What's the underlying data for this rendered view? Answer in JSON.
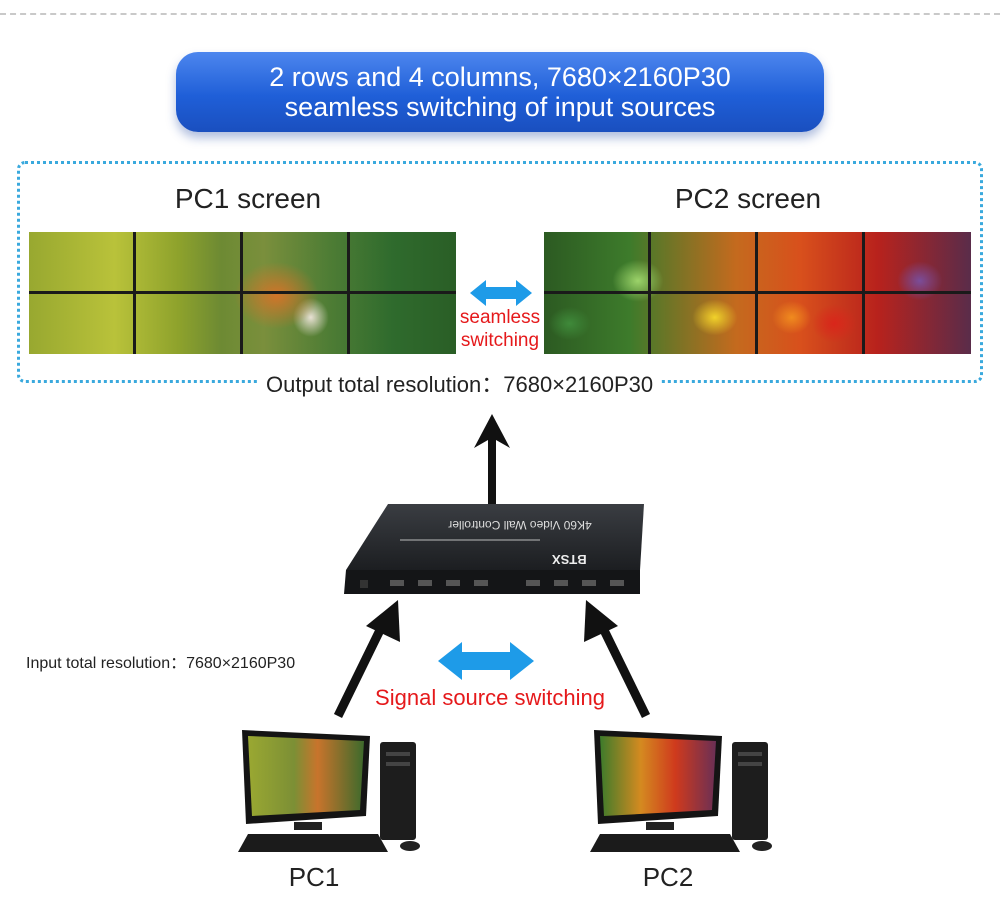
{
  "banner": {
    "line1": "2 rows and 4 columns, 7680×2160P30",
    "line2": "seamless switching of input sources"
  },
  "screens": {
    "pc1_title": "PC1 screen",
    "pc2_title": "PC2 screen"
  },
  "switch_label": {
    "line1": "seamless",
    "line2": "switching"
  },
  "output_label": "Output total resolution：7680×2160P30",
  "device": {
    "title": "4K60 Video Wall Controller",
    "brand": "BTSX"
  },
  "input_label": "Input total resolution：7680×2160P30",
  "signal_label": "Signal source switching",
  "pcs": {
    "pc1": "PC1",
    "pc2": "PC2"
  },
  "colors": {
    "banner": "#2a68dc",
    "frame": "#3aa9dd",
    "double_arrow": "#1e9be8",
    "switch_text": "#e5191b"
  }
}
